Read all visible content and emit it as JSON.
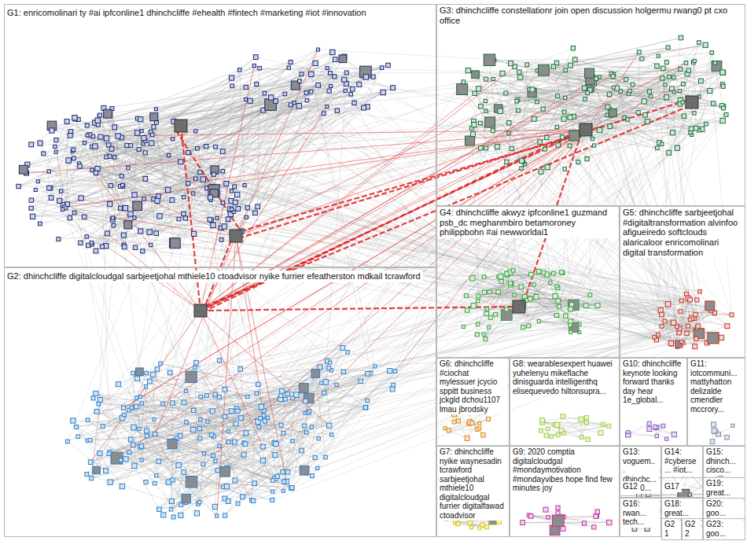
{
  "diagram": {
    "nodes": [
      {
        "text": [
          "G1: enricomolinari ty #ai ipfconline1 dhinchcliffe #ehealth #fintech #marketing #iot #innovation"
        ]
      },
      {
        "text": [
          "G3: dhinchcliffe constellationr join open discussion holgermu rwang0 pt cxo office"
        ]
      },
      {
        "text": [
          "G4: dhinchcliffe akwyz ipfconline1 guzmand psb_dc meghanmbiro betamoroney philippbohn #ai newworldai1"
        ]
      },
      {
        "text": [
          "G5: dhinchcliffe sarbjeetjohal #digitaltransformation alvinfoo afigueiredo softclouds alaricaloor enricomolinari digital transformation"
        ]
      },
      {
        "text": [
          "G2: dhinchcliffe digitalcloudgal sarbjeetjohal mthiele10 ctoadvisor nyike furrier efeatherston mdkail tcrawford"
        ]
      },
      {
        "text": [
          "G6: dhinchcliffe #ciochat mylessuer jcycio sppitt business jckgld dchou1107 lmau jbrodsky"
        ]
      },
      {
        "text": [
          "G8: wearablesexpert huawei yuhelenyu mikeflache dinisguarda intelligenthq elisequevedo hiltonsupra..."
        ]
      },
      {
        "text": [
          "G10: dhinchcliffe keynote looking forward thanks day hear 1e_global..."
        ]
      },
      {
        "text": [
          "G11: iotcommuni... mattyhatton delizalde cmendler mccrory..."
        ]
      },
      {
        "text": [
          "G7: dhinchcliffe nyike waynesadin tcrawford sarbjeetjohal mthiele10 digitalcloudgal furrier digitalfawad ctoadvisor"
        ]
      },
      {
        "text": [
          "G9: 2020 comptia digitalcloudgal #mondaymotivation #mondayvibes hope find few minutes joy"
        ]
      },
      {
        "text": [
          "G13: voguem... dhinchc... top 10..."
        ]
      },
      {
        "text": [
          "G14: #cyberse... #iot..."
        ]
      },
      {
        "text": [
          "G15: dhinch... cisco..."
        ]
      },
      {
        "text": [
          "G12"
        ]
      },
      {
        "text": [
          "G17"
        ]
      },
      {
        "text": [
          "G19: great..."
        ]
      },
      {
        "text": [
          "G16: rwan... tech..."
        ]
      },
      {
        "text": [
          "G18: great..."
        ]
      },
      {
        "text": [
          "G20: goo..."
        ]
      },
      {
        "text": [
          "G21"
        ]
      },
      {
        "text": [
          "G22"
        ]
      },
      {
        "text": [
          "G23: goo..."
        ]
      }
    ]
  }
}
